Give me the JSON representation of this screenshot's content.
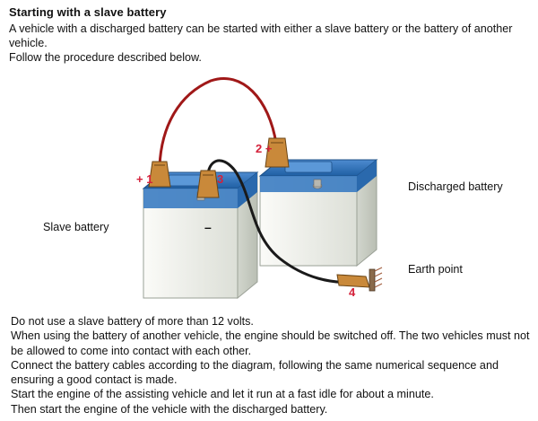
{
  "title": "Starting with a slave battery",
  "intro": [
    "A vehicle with a discharged battery can be started with either a slave battery or the battery of another vehicle.",
    "Follow the procedure described below."
  ],
  "labels": {
    "slave_battery": "Slave battery",
    "discharged_battery": "Discharged battery",
    "earth_point": "Earth point"
  },
  "markers": {
    "m1": "+ 1",
    "m2": "2 +",
    "m3": "3",
    "m4": "4",
    "minus": "–"
  },
  "instructions": [
    "Do not use a slave battery of more than 12 volts.",
    "When using the battery of another vehicle, the engine should be switched off. The two vehicles must not be allowed to come into contact with each other.",
    "Connect the battery cables according to the diagram, following the same numerical sequence and ensuring a good contact is made.",
    "Start the engine of the assisting vehicle and let it run at a fast idle for about a minute.",
    "Then start the engine of the vehicle with the discharged battery."
  ],
  "colors": {
    "battery_top": "#2f6fb5",
    "battery_body": "#f2f3ef",
    "cable_red": "#a01818",
    "cable_black": "#1a1a1a",
    "clamp": "#c9893a",
    "marker_red": "#d4213a"
  }
}
